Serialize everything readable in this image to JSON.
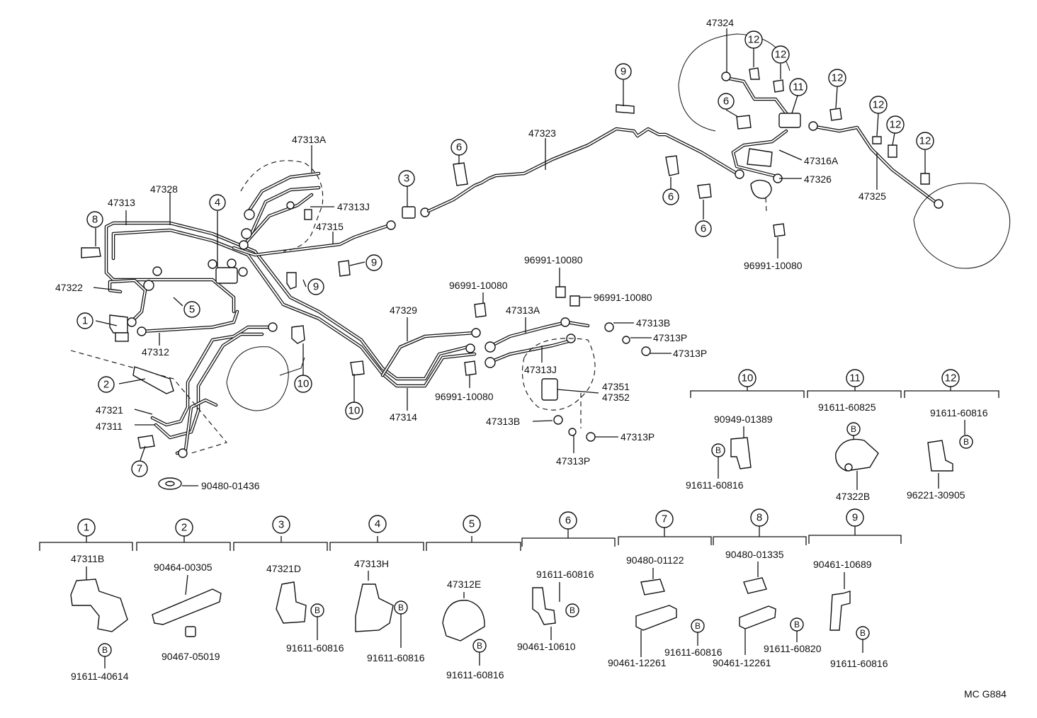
{
  "diagram_code": "MC G884",
  "labels": {
    "p47313A_top": "47313A",
    "p47328": "47328",
    "p47313": "47313",
    "p47313J_top": "47313J",
    "p47315": "47315",
    "p47322": "47322",
    "p47312": "47312",
    "p47321": "47321",
    "p47311": "47311",
    "p90480_01436": "90480-01436",
    "p47323": "47323",
    "p47324": "47324",
    "p47316A": "47316A",
    "p47326": "47326",
    "p47325": "47325",
    "p96991_right": "96991-10080",
    "p96991_a": "96991-10080",
    "p96991_b": "96991-10080",
    "p96991_c": "96991-10080",
    "p96991_d": "96991-10080",
    "p47329": "47329",
    "p47314": "47314",
    "p47313A_mid": "47313A",
    "p47313J_mid": "47313J",
    "p47313B_a": "47313B",
    "p47313P_a": "47313P",
    "p47313P_b": "47313P",
    "p47351": "47351",
    "p47352": "47352",
    "p47313B_b": "47313B",
    "p47313P_c": "47313P",
    "p47313P_d": "47313P"
  },
  "callouts": {
    "c1": "1",
    "c2": "2",
    "c3": "3",
    "c4": "4",
    "c5": "5",
    "c6a": "6",
    "c6b": "6",
    "c6c": "6",
    "c6d": "6",
    "c7": "7",
    "c8": "8",
    "c9a": "9",
    "c9b": "9",
    "c9c": "9",
    "c10a": "10",
    "c10b": "10",
    "c11": "11",
    "c12a": "12",
    "c12b": "12",
    "c12c": "12",
    "c12d": "12",
    "c12e": "12"
  },
  "bolt_marker": "B",
  "groups": {
    "g10": {
      "num": "10",
      "parts": [
        "90949-01389",
        "91611-60816"
      ]
    },
    "g11": {
      "num": "11",
      "parts": [
        "91611-60825",
        "47322B"
      ]
    },
    "g12": {
      "num": "12",
      "parts": [
        "91611-60816",
        "96221-30905"
      ]
    },
    "g1": {
      "num": "1",
      "parts": [
        "47311B",
        "91611-40614"
      ]
    },
    "g2": {
      "num": "2",
      "parts": [
        "90464-00305",
        "90467-05019"
      ]
    },
    "g3": {
      "num": "3",
      "parts": [
        "47321D",
        "91611-60816"
      ]
    },
    "g4": {
      "num": "4",
      "parts": [
        "47313H",
        "91611-60816"
      ]
    },
    "g5": {
      "num": "5",
      "parts": [
        "47312E",
        "91611-60816"
      ]
    },
    "g6": {
      "num": "6",
      "parts": [
        "91611-60816",
        "90461-10610"
      ]
    },
    "g7": {
      "num": "7",
      "parts": [
        "90480-01122",
        "91611-60816",
        "90461-12261"
      ]
    },
    "g8": {
      "num": "8",
      "parts": [
        "90480-01335",
        "91611-60820",
        "90461-12261"
      ]
    },
    "g9": {
      "num": "9",
      "parts": [
        "90461-10689",
        "91611-60816"
      ]
    }
  }
}
